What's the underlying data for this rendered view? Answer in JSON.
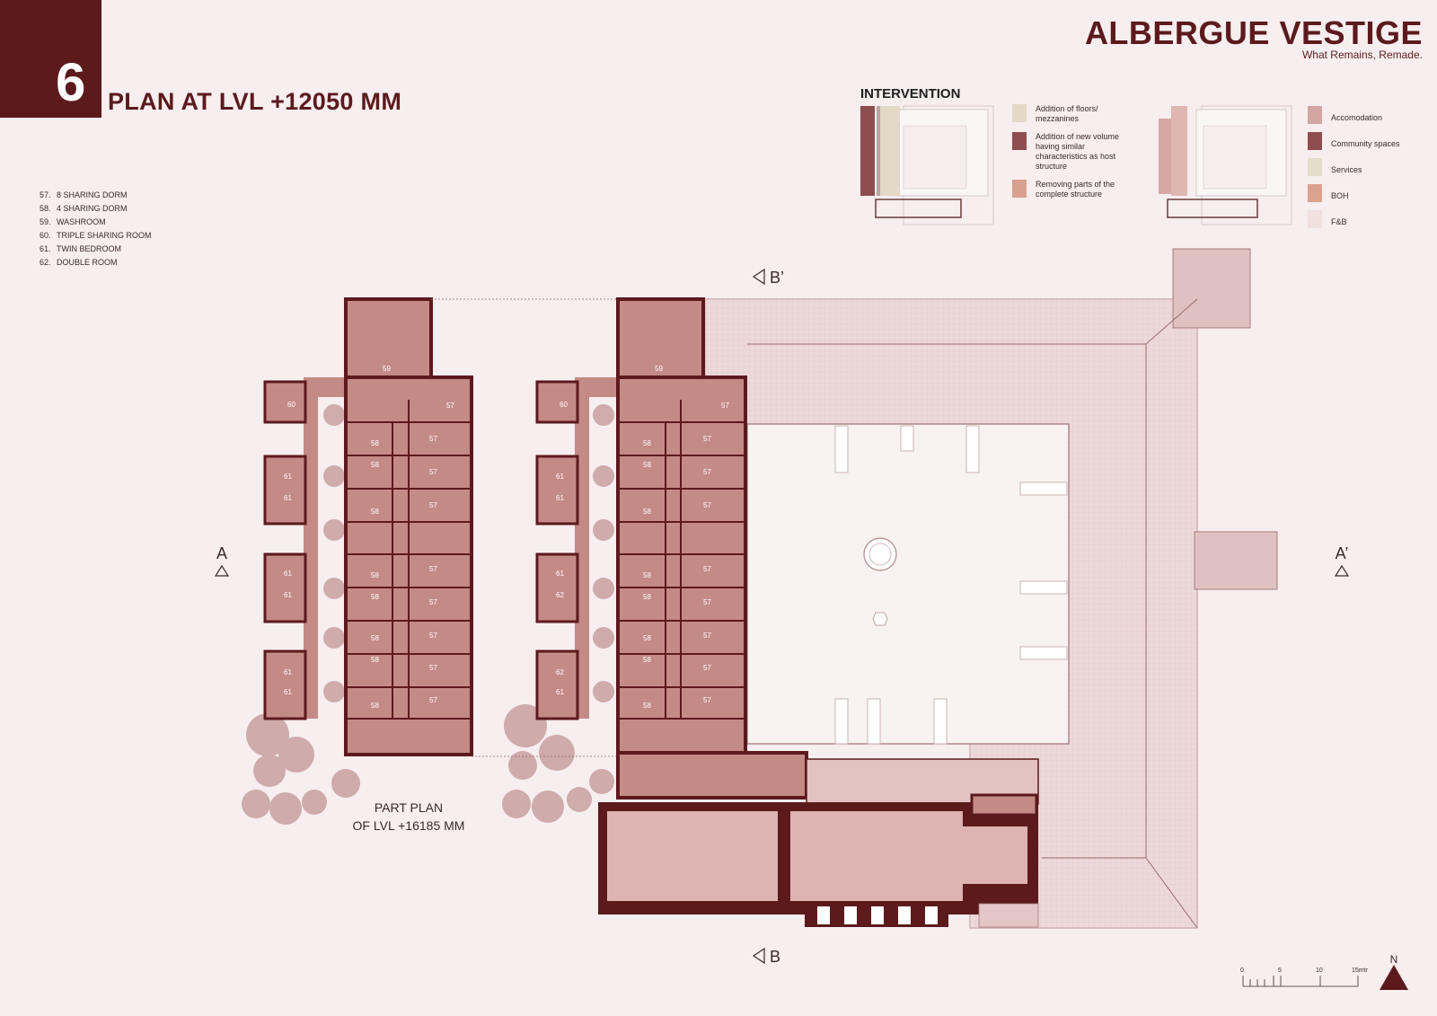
{
  "sheet": {
    "number": "6",
    "title": "PLAN AT LVL +12050 MM"
  },
  "brand": {
    "title": "ALBERGUE VESTIGE",
    "tagline": "What Remains, Remade."
  },
  "room_legend": [
    {
      "num": "57.",
      "label": "8 SHARING DORM"
    },
    {
      "num": "58.",
      "label": "4 SHARING DORM"
    },
    {
      "num": "59.",
      "label": "WASHROOM"
    },
    {
      "num": "60.",
      "label": "TRIPLE SHARING ROOM"
    },
    {
      "num": "61.",
      "label": "TWIN BEDROOM"
    },
    {
      "num": "62.",
      "label": "DOUBLE ROOM"
    }
  ],
  "intervention": {
    "title": "INTERVENTION",
    "items": [
      {
        "label": "Addition of floors/ mezzanines",
        "color": "#e3d9c6"
      },
      {
        "label": "Addition of new volume having similar characteristics as host structure",
        "color": "#8e4d4f"
      },
      {
        "label": "Removing parts of the complete structure",
        "color": "#d9a08f"
      }
    ]
  },
  "zoning": {
    "items": [
      {
        "label": "Accomodation",
        "color": "#d2a7a3"
      },
      {
        "label": "Community spaces",
        "color": "#8e4d4f"
      },
      {
        "label": "Services",
        "color": "#e3ddc9"
      },
      {
        "label": "BOH",
        "color": "#dba28f"
      },
      {
        "label": "F&B",
        "color": "#f1e0e0"
      }
    ]
  },
  "plan": {
    "part_plan_label_1": "PART PLAN",
    "part_plan_label_2": "OF LVL +16185 MM",
    "section_a_left": "A",
    "section_a_right": "A’",
    "section_b_top": "B’",
    "section_b_bottom": "B",
    "north": "N",
    "scale_ticks": [
      "0",
      "5",
      "10",
      "15mtr"
    ],
    "room_numbers": {
      "washroom": "59",
      "triple": "60",
      "twin": "61",
      "double": "62",
      "dorm8": "57",
      "dorm4": "58"
    }
  },
  "colors": {
    "primary": "#5c1a1d",
    "plan_fill": "#c48a86",
    "courtyard_fill": "#e4c6c6",
    "background": "#f6eeef"
  }
}
